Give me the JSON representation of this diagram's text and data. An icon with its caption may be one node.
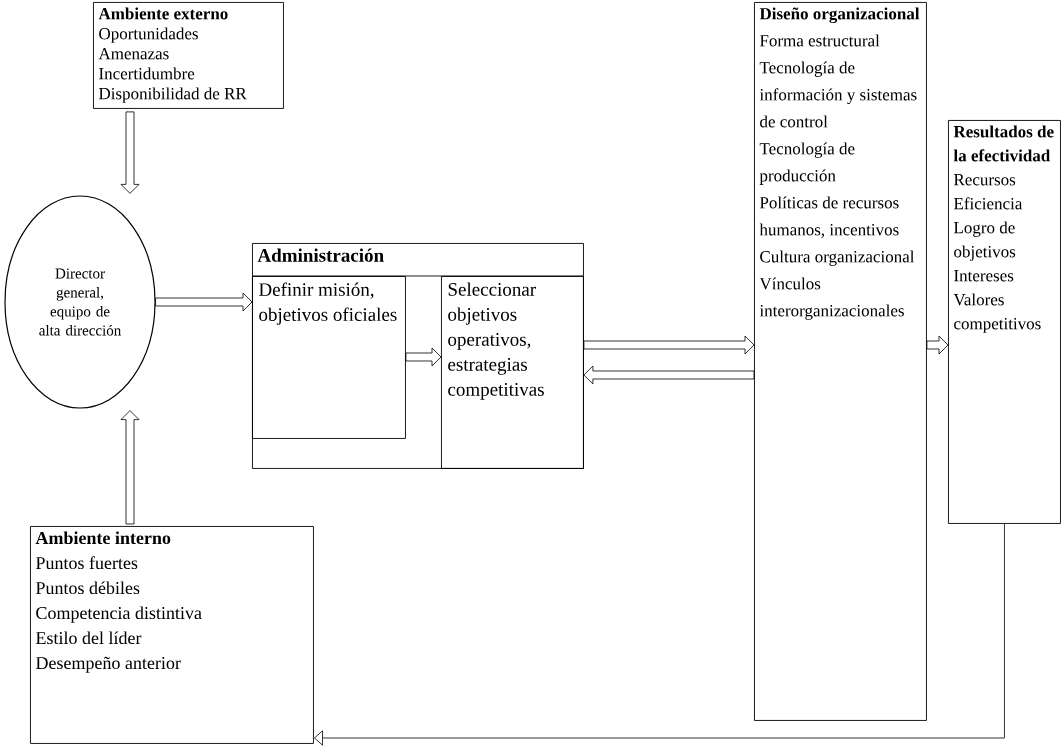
{
  "diagram": {
    "nodes": [
      {
        "text": [
          "Ambiente externo",
          "Oportunidades",
          "Amenazas",
          "Incertidumbre",
          "Disponibilidad  de RR"
        ]
      },
      {
        "text": [
          "Director general, equipo de alta dirección"
        ]
      },
      {
        "text": [
          "Administración"
        ]
      },
      {
        "text": [
          "Definir misión, objetivos oficiales"
        ],
        "in": 2
      },
      {
        "text": [
          "Seleccionar objetivos operativos, estrategias competitivas"
        ],
        "in": 2
      },
      {
        "text": [
          "Diseño organizacional",
          "Forma estructural",
          "Tecnología de información y sistemas de control",
          "Tecnología de producción",
          "Políticas de recursos humanos, incentivos",
          "Cultura organizacional",
          "Vínculos interorganizacionales"
        ]
      },
      {
        "text": [
          "Resultados de la efectividad",
          "Recursos",
          "Eficiencia",
          "Logro de objetivos",
          "Intereses",
          "Valores competitivos"
        ]
      },
      {
        "text": [
          "Ambiente interno",
          "Puntos fuertes",
          "Puntos débiles",
          "Competencia distintiva",
          "Estilo del líder",
          "Desempeño anterior"
        ]
      }
    ],
    "edges": [
      {
        "from": 0,
        "to": 1,
        "arrow": "to"
      },
      {
        "from": 7,
        "to": 1,
        "arrow": "to"
      },
      {
        "from": 1,
        "to": 2,
        "arrow": "to"
      },
      {
        "from": 3,
        "to": 4,
        "arrow": "to"
      },
      {
        "from": 4,
        "to": 5,
        "arrow": "to"
      },
      {
        "from": 5,
        "to": 4,
        "arrow": "to"
      },
      {
        "from": 5,
        "to": 6,
        "arrow": "to"
      },
      {
        "from": 6,
        "to": 7,
        "arrow": "to"
      }
    ]
  }
}
